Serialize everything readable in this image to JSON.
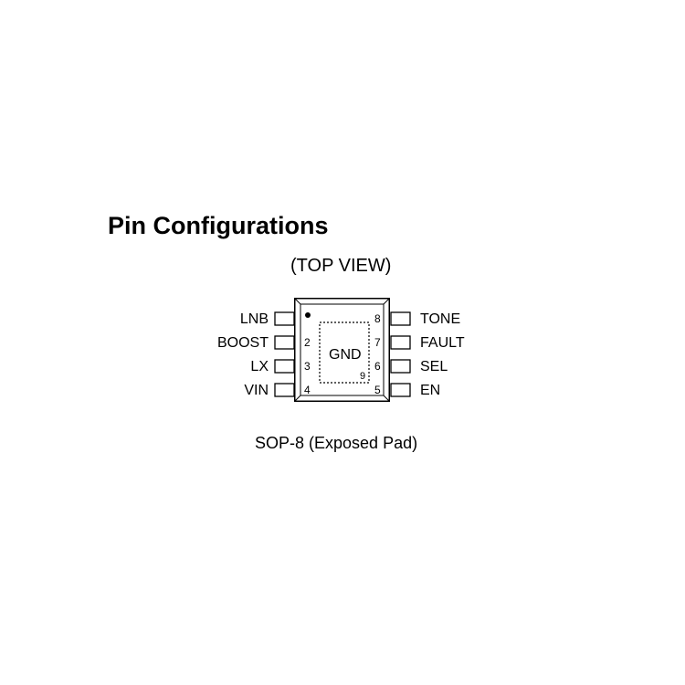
{
  "title": "Pin Configurations",
  "view_label": "(TOP VIEW)",
  "package_caption": "SOP-8 (Exposed Pad)",
  "exposed_pad": {
    "label": "GND",
    "pin_number": "9"
  },
  "pins_left": [
    {
      "number": "1",
      "name": "LNB"
    },
    {
      "number": "2",
      "name": "BOOST"
    },
    {
      "number": "3",
      "name": "LX"
    },
    {
      "number": "4",
      "name": "VIN"
    }
  ],
  "pins_right": [
    {
      "number": "8",
      "name": "TONE"
    },
    {
      "number": "7",
      "name": "FAULT"
    },
    {
      "number": "6",
      "name": "SEL"
    },
    {
      "number": "5",
      "name": "EN"
    }
  ],
  "pin1_numbers_shown": {
    "2": "2",
    "3": "3",
    "4": "4",
    "8": "8",
    "7": "7",
    "6": "6",
    "5": "5"
  }
}
